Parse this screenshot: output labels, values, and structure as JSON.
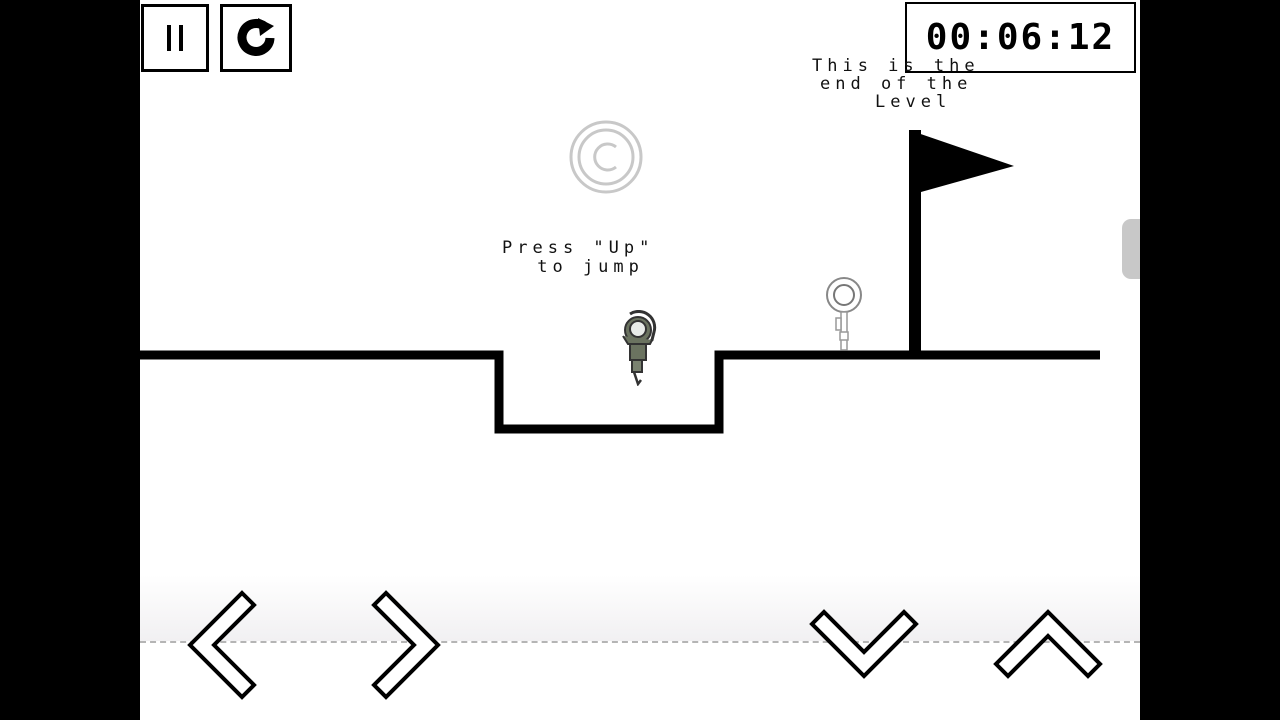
{
  "hud": {
    "pause_icon": "pause-icon",
    "restart_icon": "restart-icon",
    "timer": "00:06:12"
  },
  "level": {
    "hint_jump_line1": "Press \"Up\"",
    "hint_jump_line2": " to jump",
    "hint_end_line1": "This is the",
    "hint_end_line2": "end of the",
    "hint_end_line3": "Level",
    "watermark_icon": "copyright-icon"
  },
  "controls": {
    "left": "chevron-left",
    "right": "chevron-right",
    "down": "chevron-down",
    "up": "chevron-up"
  },
  "colors": {
    "background": "#ffffff",
    "ink": "#000000",
    "player": "#6b7360",
    "watermark": "#c8c8c8",
    "side_bars": "#000000"
  }
}
